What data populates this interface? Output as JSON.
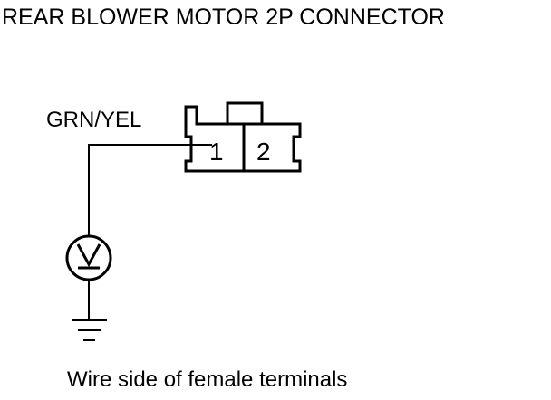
{
  "diagram": {
    "title": "REAR BLOWER MOTOR 2P CONNECTOR",
    "wire_color_label": "GRN/YEL",
    "connector": {
      "terminals": [
        {
          "number": "1"
        },
        {
          "number": "2"
        }
      ]
    },
    "meter_symbol": "voltmeter",
    "ground_symbol": "ground",
    "caption": "Wire side of female terminals"
  }
}
